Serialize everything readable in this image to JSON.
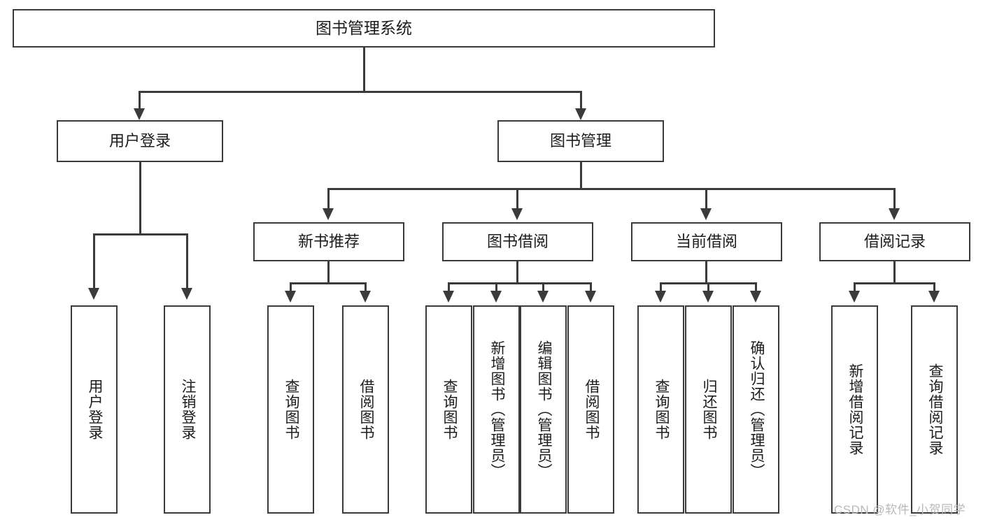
{
  "diagram": {
    "title": "图书管理系统",
    "type": "tree-hierarchy-diagram",
    "root": {
      "label": "图书管理系统"
    },
    "level2": [
      {
        "label": "用户登录"
      },
      {
        "label": "图书管理"
      }
    ],
    "level3": [
      {
        "label": "新书推荐"
      },
      {
        "label": "图书借阅"
      },
      {
        "label": "当前借阅"
      },
      {
        "label": "借阅记录"
      }
    ],
    "leaves": {
      "user_login": [
        {
          "label": "用户登录"
        },
        {
          "label": "注销登录"
        }
      ],
      "new_book_recommend": [
        {
          "label": "查询图书"
        },
        {
          "label": "借阅图书"
        }
      ],
      "book_borrow": [
        {
          "label": "查询图书"
        },
        {
          "label": "新增图书（管理员）"
        },
        {
          "label": "编辑图书（管理员）"
        },
        {
          "label": "借阅图书"
        }
      ],
      "current_borrow": [
        {
          "label": "查询图书"
        },
        {
          "label": "归还图书"
        },
        {
          "label": "确认归还（管理员）"
        }
      ],
      "borrow_record": [
        {
          "label": "新增借阅记录"
        },
        {
          "label": "查询借阅记录"
        }
      ]
    }
  },
  "watermark": {
    "text": "CSDN @软件_小贺同学"
  },
  "colors": {
    "stroke": "#3b3b3b",
    "text": "#1c1c1c",
    "background": "#ffffff",
    "watermark": "#b9b9b9"
  }
}
